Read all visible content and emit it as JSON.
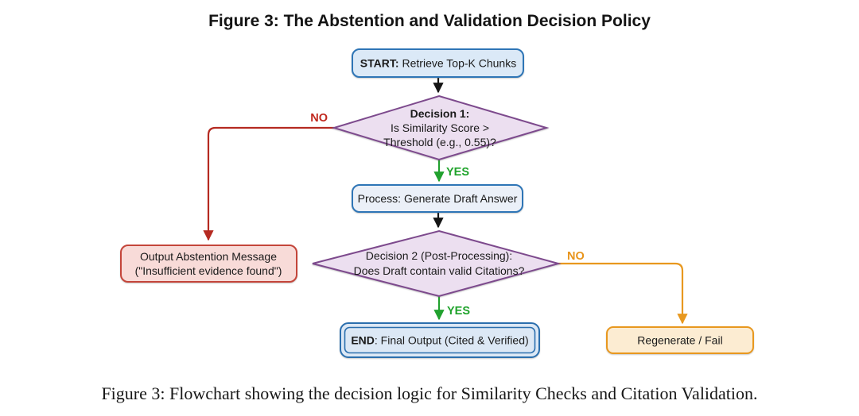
{
  "title": "Figure 3: The Abstention and Validation Decision Policy",
  "caption": "Figure 3: Flowchart showing the decision logic for Similarity Checks and Citation Validation.",
  "colors": {
    "process_fill": "#dbe9f7",
    "process_border": "#2e75b6",
    "decision_fill": "#ecdff0",
    "decision_border": "#7d4a8d",
    "abstain_fill": "#f8dbd8",
    "abstain_border": "#c4453a",
    "regenerate_fill": "#fcecd2",
    "regenerate_border": "#e8981f",
    "yes_arrow": "#21a12e",
    "no_left_arrow": "#b52a21",
    "no_right_arrow": "#e8981f",
    "flow_arrow": "#151515"
  },
  "nodes": {
    "start": {
      "bold": "START:",
      "rest": "Retrieve Top-K Chunks"
    },
    "decision1": {
      "bold_title": "Decision 1:",
      "lines": [
        "Is Similarity Score >",
        "Threshold (e.g., 0.55)?"
      ]
    },
    "process": {
      "label": "Process: Generate Draft Answer"
    },
    "decision2": {
      "lines": [
        "Decision 2 (Post-Processing):",
        "Does Draft contain valid Citations?"
      ]
    },
    "abstain": {
      "lines": [
        "Output Abstention Message",
        "(\"Insufficient evidence found\")"
      ]
    },
    "end": {
      "bold": "END",
      "rest": ": Final Output (Cited & Verified)"
    },
    "regenerate": {
      "label": "Regenerate / Fail"
    }
  },
  "edges": {
    "decision1_no": "NO",
    "decision1_yes": "YES",
    "decision2_no": "NO",
    "decision2_yes": "YES"
  }
}
